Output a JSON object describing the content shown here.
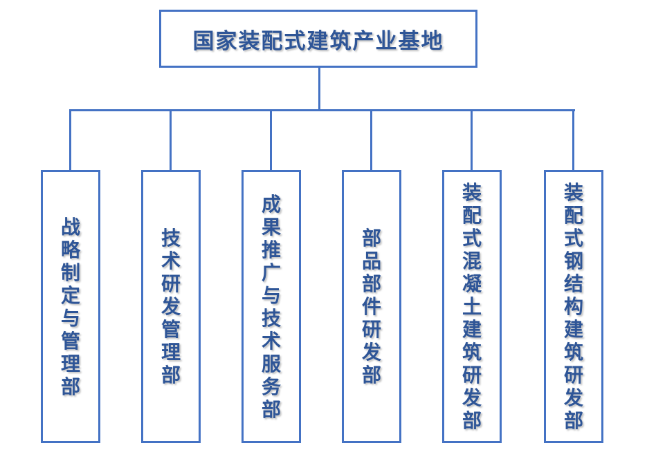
{
  "chart": {
    "root": "国家装配式建筑产业基地",
    "departments": [
      "战略制定与管理部",
      "技术研发管理部",
      "成果推广与技术服务部",
      "部品部件研发部",
      "装配式混凝土建筑研发部",
      "装配式钢结构建筑研发部"
    ],
    "colors": {
      "line": "#4472C4",
      "text": "#2E5597"
    }
  }
}
